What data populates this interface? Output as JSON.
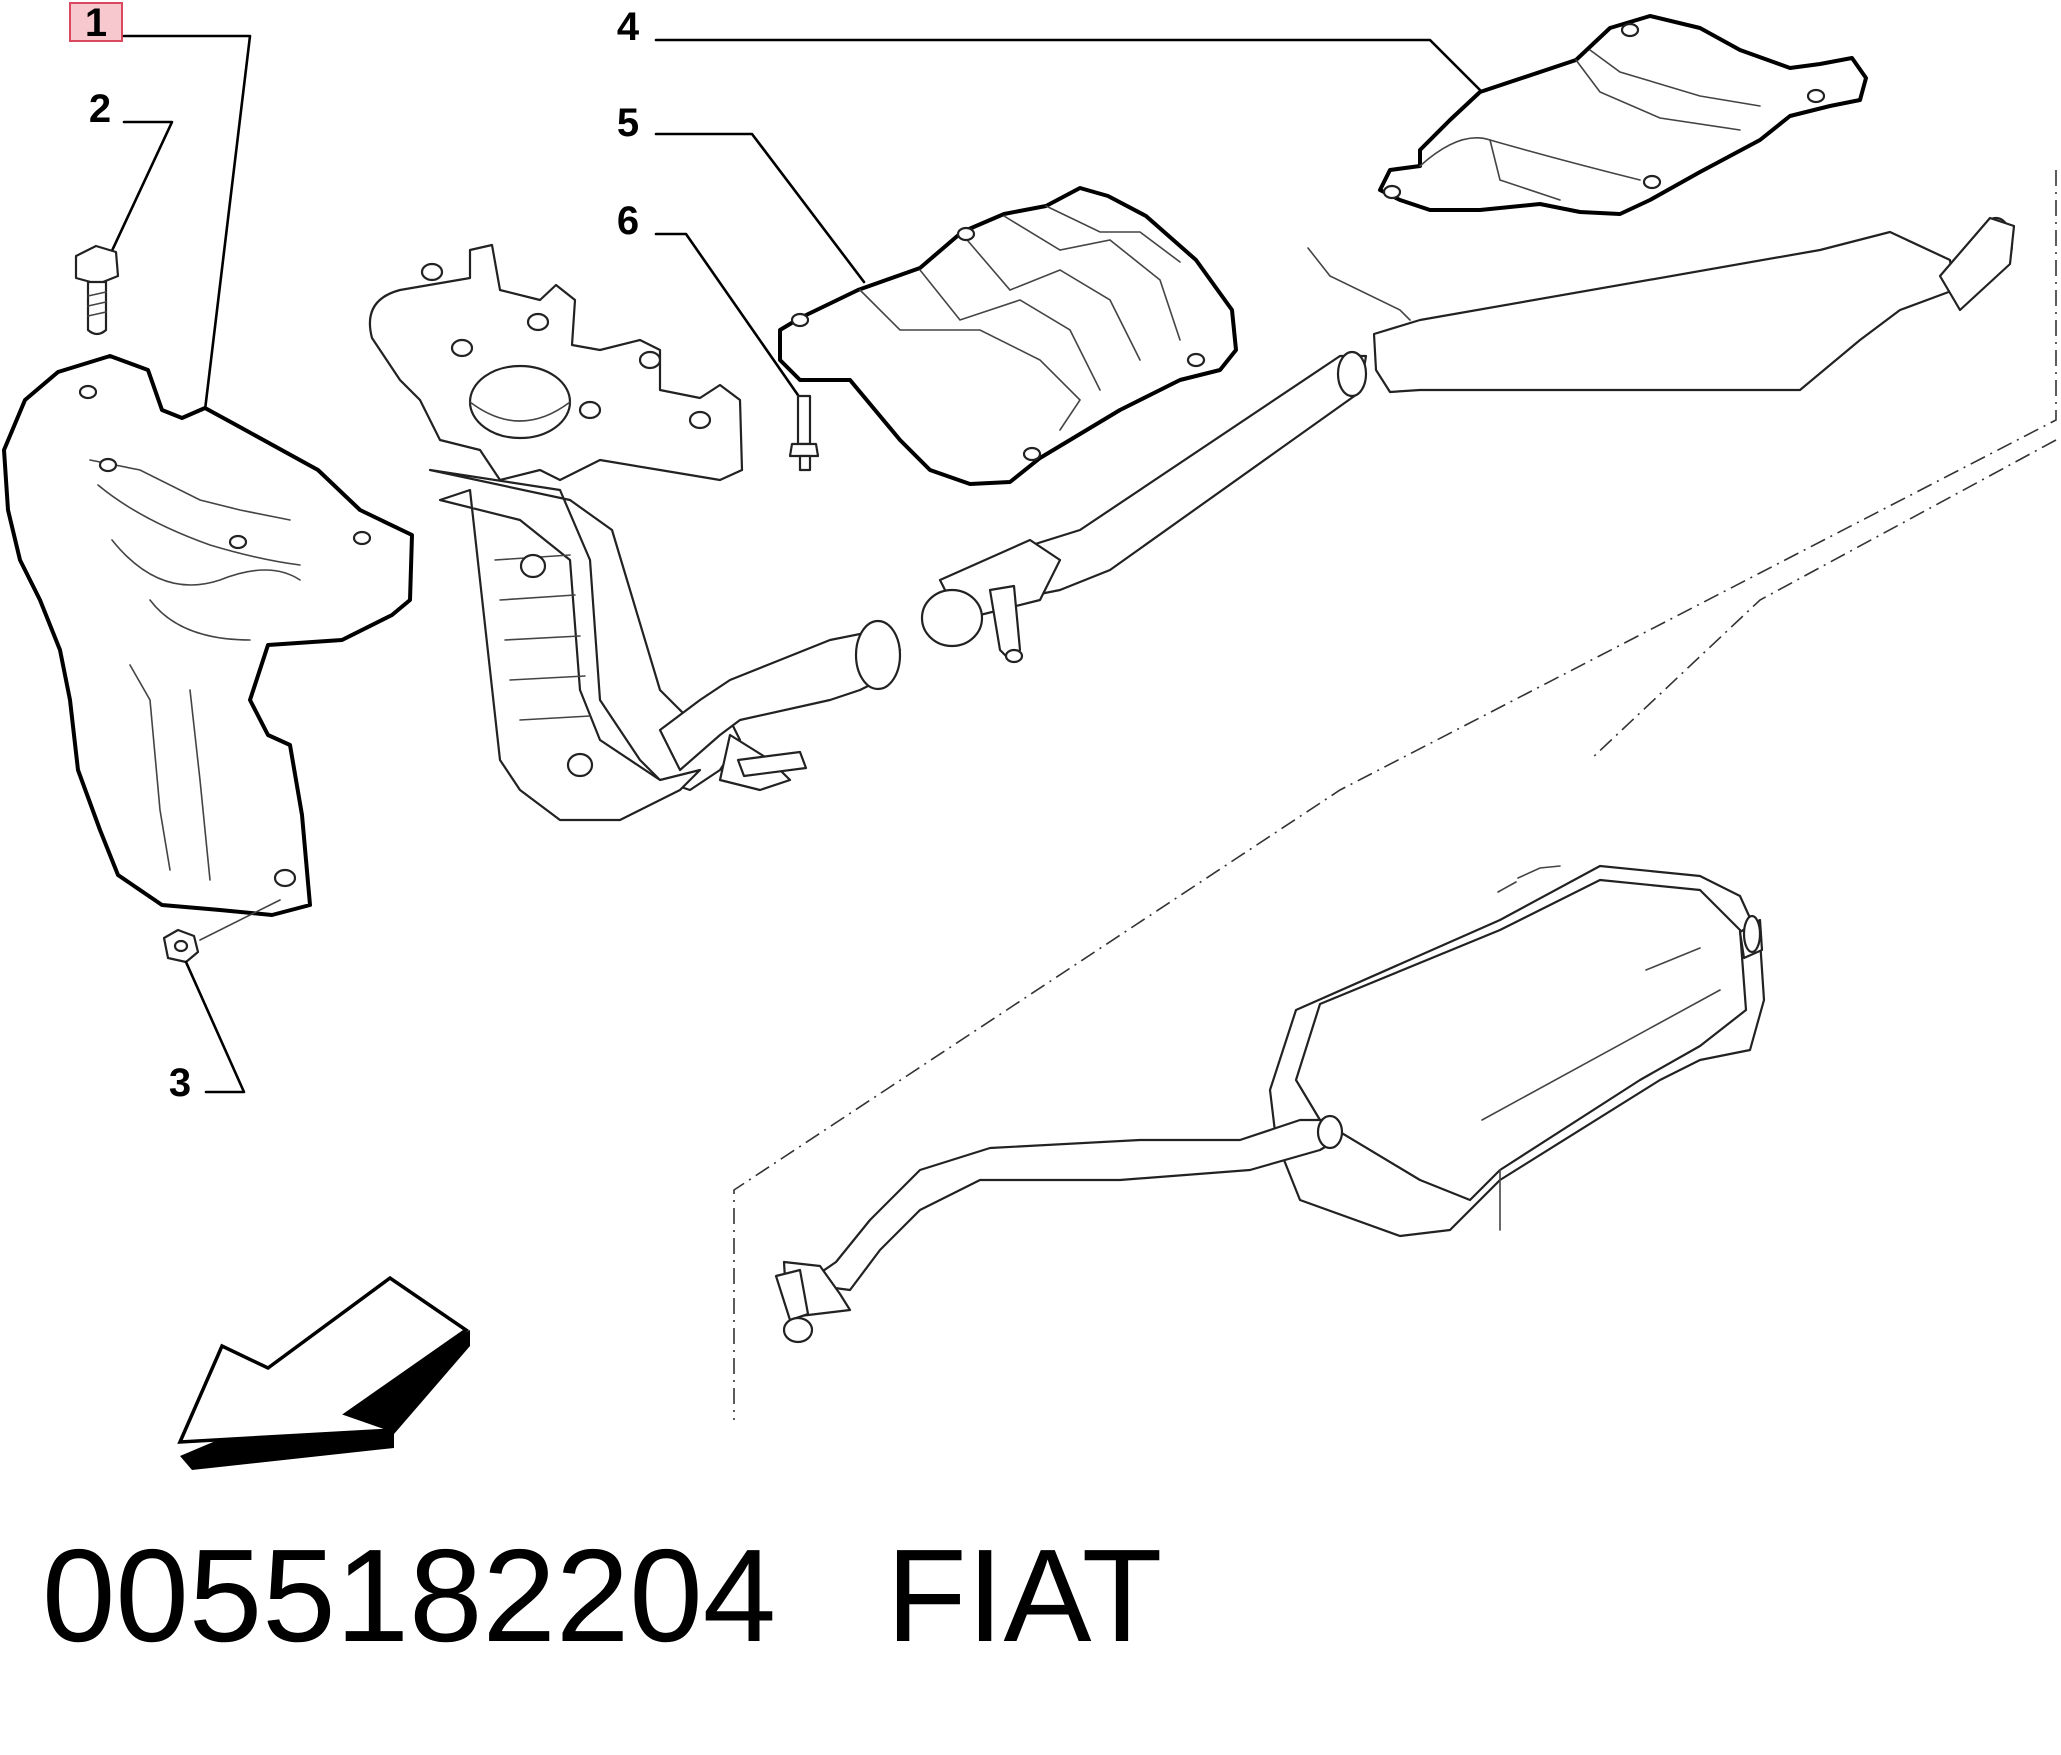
{
  "callouts": [
    {
      "id": "1",
      "label": "1",
      "highlighted": true
    },
    {
      "id": "2",
      "label": "2"
    },
    {
      "id": "3",
      "label": "3"
    },
    {
      "id": "4",
      "label": "4"
    },
    {
      "id": "5",
      "label": "5"
    },
    {
      "id": "6",
      "label": "6"
    }
  ],
  "caption": {
    "part_number": "0055182204",
    "brand": "FIAT"
  },
  "colors": {
    "highlight_fill": "#f7c9cf",
    "highlight_stroke": "#d9485f",
    "line": "#000000"
  }
}
